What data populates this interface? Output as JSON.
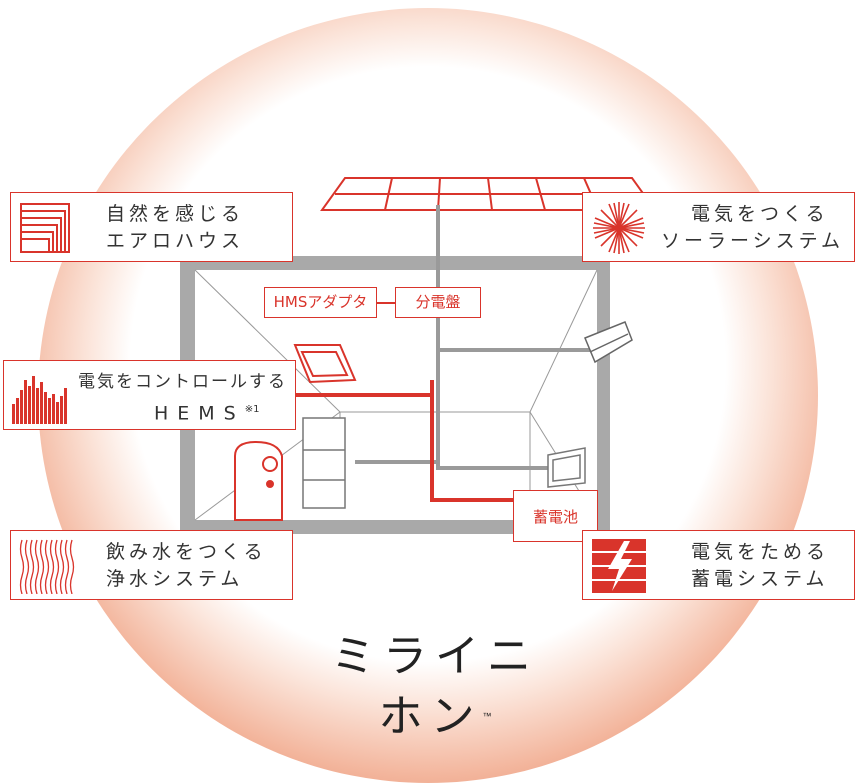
{
  "features": {
    "aero_house": {
      "line1": "自然を感じる",
      "line2": "エアロハウス",
      "icon": "nested-frames-icon"
    },
    "solar": {
      "line1": "電気をつくる",
      "line2": "ソーラーシステム",
      "icon": "sunburst-icon"
    },
    "hems": {
      "line1": "電気をコントロールする",
      "line2": "HEMS",
      "footnote": "※1",
      "icon": "bar-graph-icon"
    },
    "water": {
      "line1": "飲み水をつくる",
      "line2": "浄水システム",
      "icon": "wave-lines-icon"
    },
    "storage": {
      "line1": "電気をためる",
      "line2": "蓄電システム",
      "icon": "battery-bolt-icon"
    }
  },
  "tags": {
    "hms_adapter": "HMSアダプタ",
    "distribution_board": "分電盤",
    "battery": "蓄電池"
  },
  "logo": {
    "text": "ミライニホン",
    "mark": "™"
  },
  "colors": {
    "accent": "#d9342b",
    "grey_line": "#9a9a9a",
    "halo": "#e58a6c"
  }
}
